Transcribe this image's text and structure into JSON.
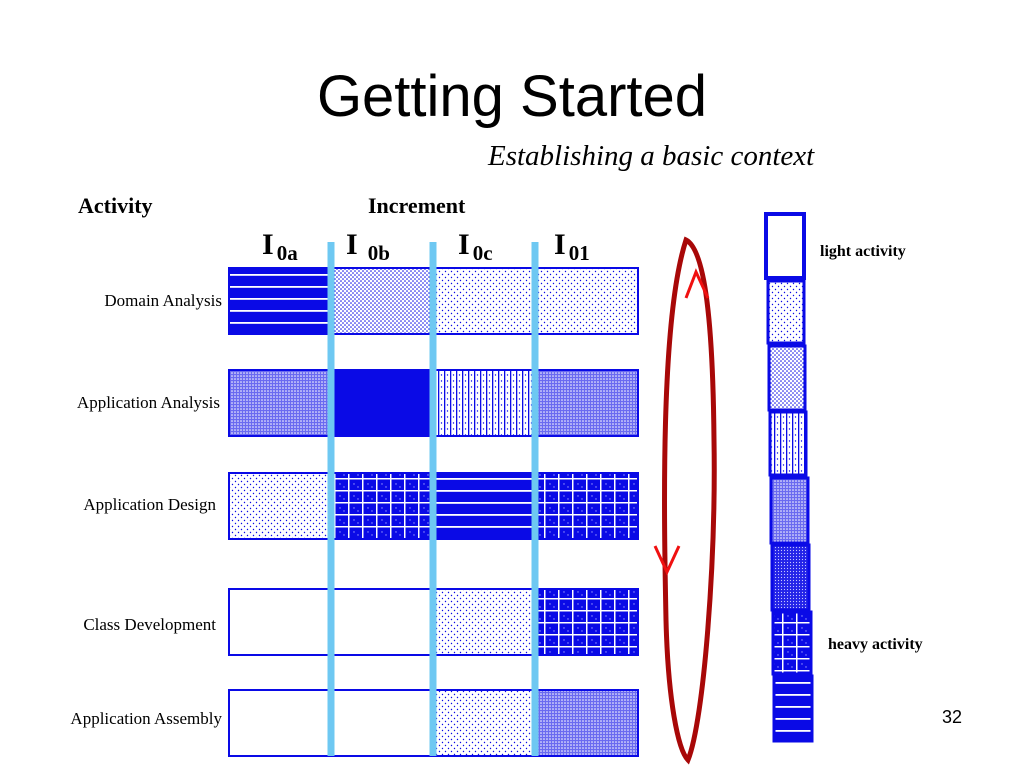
{
  "slide": {
    "title": "Getting Started",
    "subtitle": "Establishing a basic context",
    "page_number": "32"
  },
  "headers": {
    "activity": "Activity",
    "increment": "Increment"
  },
  "increments": [
    {
      "main": "I",
      "sub": "0a"
    },
    {
      "main": "I",
      "sub": "0b"
    },
    {
      "main": "I",
      "sub": "0c"
    },
    {
      "main": "I",
      "sub": "01"
    }
  ],
  "activities": [
    {
      "label": "Domain Analysis",
      "levels": [
        7,
        2,
        1,
        1
      ]
    },
    {
      "label": "Application Analysis",
      "levels": [
        4,
        8,
        3,
        4
      ]
    },
    {
      "label": "Application Design",
      "levels": [
        1,
        6,
        7,
        6
      ]
    },
    {
      "label": "Class Development",
      "levels": [
        0,
        0,
        1,
        6
      ]
    },
    {
      "label": "Application Assembly",
      "levels": [
        0,
        0,
        1,
        4
      ]
    }
  ],
  "legend": {
    "light_label": "light activity",
    "heavy_label": "heavy activity",
    "levels": [
      0,
      1,
      2,
      3,
      4,
      5,
      6,
      7
    ]
  },
  "colors": {
    "bar_blue": "#0a0ae6",
    "increment_line": "#6ec8f2",
    "loop_arrow": "#a80808",
    "arrow_head": "#f01010"
  }
}
